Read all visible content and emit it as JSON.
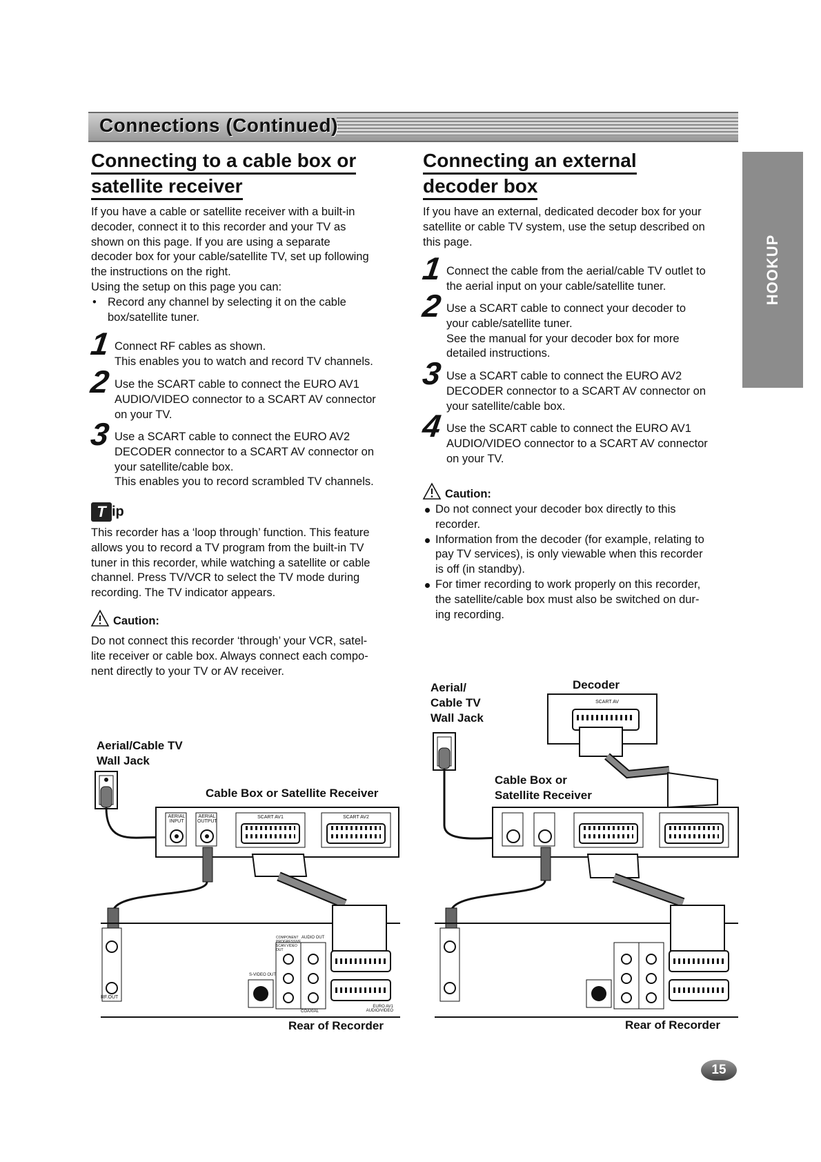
{
  "header": {
    "title": "Connections (Continued)"
  },
  "side_tab": {
    "label": "HOOKUP"
  },
  "left": {
    "title_line1": "Connecting to a cable box or",
    "title_line2": "satellite receiver",
    "intro": [
      "If you have a cable or satellite receiver with a built-in",
      "decoder, connect it to this recorder and your TV as",
      "shown on this page. If you are using a separate",
      "decoder box for your cable/satellite TV, set up following",
      "the instructions on the right.",
      "Using the setup on this page you can:"
    ],
    "bullet": [
      "Record any channel by selecting it on the cable",
      "box/satellite tuner."
    ],
    "steps": [
      {
        "num": "1",
        "lines": [
          "Connect RF cables as shown.",
          "This enables you to watch and record TV channels."
        ]
      },
      {
        "num": "2",
        "lines": [
          "Use the SCART cable to connect the EURO AV1",
          "AUDIO/VIDEO connector to a SCART AV connector",
          "on your TV."
        ]
      },
      {
        "num": "3",
        "lines": [
          "Use a SCART cable to connect the EURO AV2",
          "DECODER connector to a SCART AV connector on",
          "your satellite/cable box.",
          "This enables you to record scrambled TV channels."
        ]
      }
    ],
    "tip": {
      "icon_letter": "T",
      "label": "ip",
      "lines": [
        "This recorder has a ‘loop through’ function. This feature",
        "allows you to record a TV program from the built-in TV",
        "tuner in this recorder, while watching a satellite or cable",
        "channel. Press TV/VCR to select the TV mode during",
        "recording. The TV indicator appears."
      ]
    },
    "caution": {
      "heading": "Caution:",
      "lines": [
        "Do not connect this recorder ‘through’ your VCR, satel-",
        "lite receiver or cable box. Always connect each compo-",
        "nent directly to your TV or AV receiver."
      ]
    },
    "diagram": {
      "wall_jack_line1": "Aerial/Cable TV",
      "wall_jack_line2": "Wall Jack",
      "box_label": "Cable Box or Satellite Receiver",
      "rear_label": "Rear of Recorder"
    }
  },
  "right": {
    "title_line1": "Connecting an external",
    "title_line2": "decoder box",
    "intro": [
      "If you have an external, dedicated decoder box for your",
      "satellite or cable TV system, use the setup described on",
      "this page."
    ],
    "steps": [
      {
        "num": "1",
        "lines": [
          "Connect the cable from the aerial/cable TV outlet to",
          "the aerial input on your cable/satellite tuner."
        ]
      },
      {
        "num": "2",
        "lines": [
          "Use a SCART cable to connect your decoder to",
          "your cable/satellite tuner.",
          "See the manual for your decoder box for more",
          "detailed instructions."
        ]
      },
      {
        "num": "3",
        "lines": [
          "Use a SCART cable to connect the EURO AV2",
          "DECODER connector to a SCART AV connector on",
          "your satellite/cable box."
        ]
      },
      {
        "num": "4",
        "lines": [
          "Use the SCART cable to connect the EURO AV1",
          "AUDIO/VIDEO connector to a SCART AV connector",
          "on your TV."
        ]
      }
    ],
    "caution": {
      "heading": "Caution:",
      "items": [
        [
          "Do not connect your decoder box directly to this",
          "recorder."
        ],
        [
          "Information from the decoder (for example, relating to",
          "pay TV services), is only viewable when this recorder",
          "is off (in standby)."
        ],
        [
          "For timer recording to work properly on this recorder,",
          "the satellite/cable box must also be switched on dur-",
          "ing recording."
        ]
      ]
    },
    "diagram": {
      "wall_jack_line1": "Aerial/",
      "wall_jack_line2": "Cable TV",
      "wall_jack_line3": "Wall Jack",
      "decoder_label": "Decoder",
      "box_line1": "Cable Box or",
      "box_line2": "Satellite Receiver",
      "rear_label": "Rear of Recorder"
    }
  },
  "diagram_small_labels": {
    "aerial_input": "AERIAL INPUT",
    "aerial_output": "AERIAL OUTPUT",
    "scart_av1": "SCART AV1",
    "scart_av2": "SCART AV2",
    "rf_out": "RF.OUT",
    "svideo_out": "S-VIDEO OUT",
    "audio_out": "AUDIO OUT",
    "component_out": "COMPONENT PROGRESSIVE SCAN VIDEO OUT",
    "coaxial": "COAXIAL",
    "euro_av1": "EURO AV1 AUDIO/VIDEO",
    "decoder_scart": "SCART AV"
  },
  "page_number": "15",
  "colors": {
    "band": "#a6a6a6",
    "side_tab": "#8c8c8c",
    "text": "#111111"
  }
}
